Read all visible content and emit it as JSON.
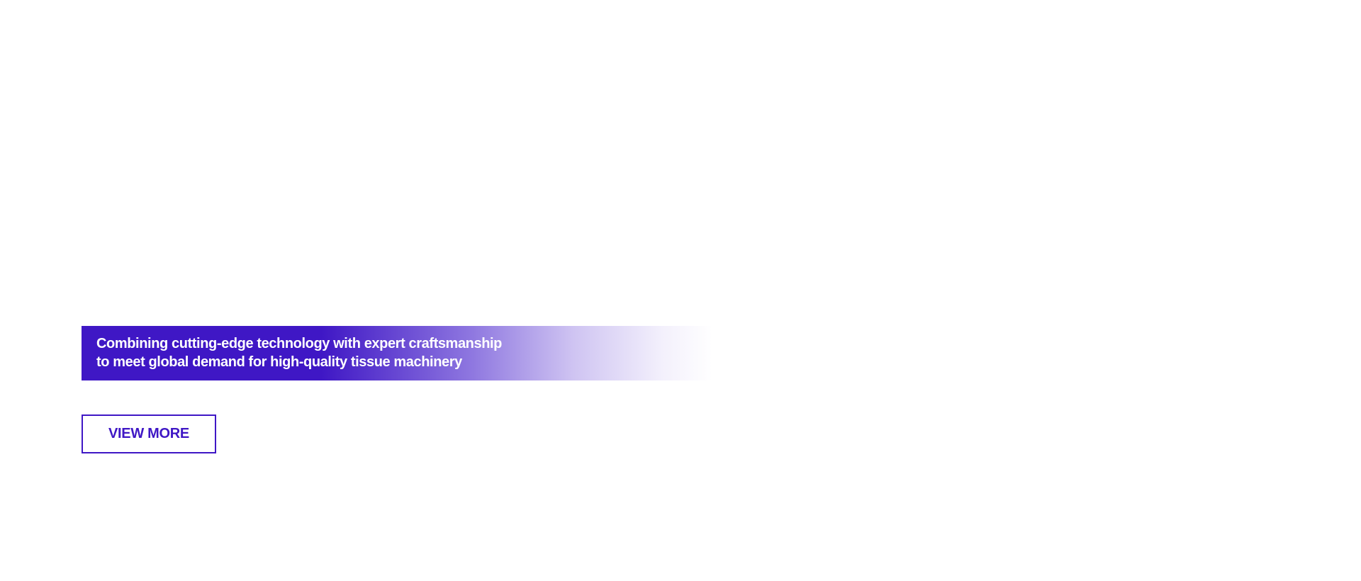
{
  "hero": {
    "tagline_lines": [
      "Combining cutting-edge technology with expert craftsmanship",
      "to meet global demand for high-quality tissue machinery"
    ],
    "cta_label": "VIEW MORE"
  },
  "colors": {
    "accent": "#3f17c5",
    "background": "#ffffff",
    "tagline_text": "#ffffff"
  }
}
